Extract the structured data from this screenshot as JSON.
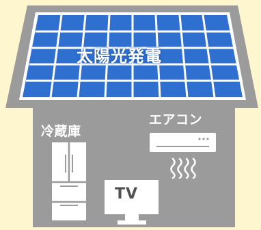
{
  "diagram": {
    "solar_panel_label": "太陽光発電",
    "fridge_label": "冷蔵庫",
    "aircon_label": "エアコン",
    "tv_label": "TV"
  },
  "colors": {
    "background": "#fdf6cf",
    "house": "#9b9b9b",
    "panel": "#2f6fd0",
    "panel_grid": "#ffffff",
    "appliance": "#ffffff"
  },
  "icons": [
    "solar-panel-icon",
    "refrigerator-icon",
    "air-conditioner-icon",
    "heat-waves-icon",
    "television-icon"
  ]
}
